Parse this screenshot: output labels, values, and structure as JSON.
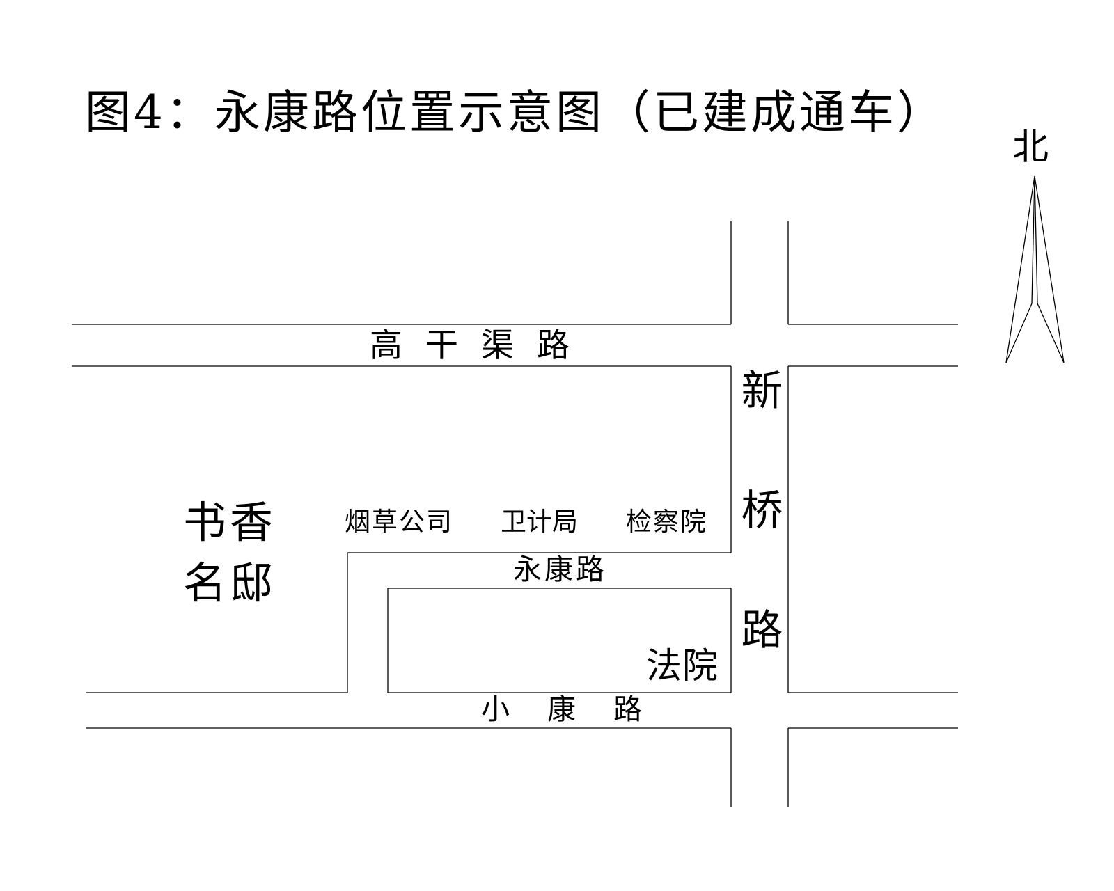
{
  "title": "图4：永康路位置示意图（已建成通车）",
  "compass": {
    "label": "北",
    "icon": "north-arrow-icon"
  },
  "roads": {
    "gaoganqu": {
      "name": "高干渠路"
    },
    "xinqiao": {
      "name": "新桥路"
    },
    "yongkang": {
      "name": "永康路"
    },
    "xiaokang": {
      "name": "小康路"
    }
  },
  "places": {
    "shuxiang_mingdi": {
      "lines": [
        "书香",
        "名邸"
      ]
    },
    "tobacco_company": {
      "name": "烟草公司"
    },
    "health_bureau": {
      "name": "卫计局"
    },
    "procuratorate": {
      "name": "检察院"
    },
    "court": {
      "name": "法院"
    }
  },
  "colors": {
    "line": "#000000",
    "text": "#000000",
    "background": "#ffffff"
  }
}
